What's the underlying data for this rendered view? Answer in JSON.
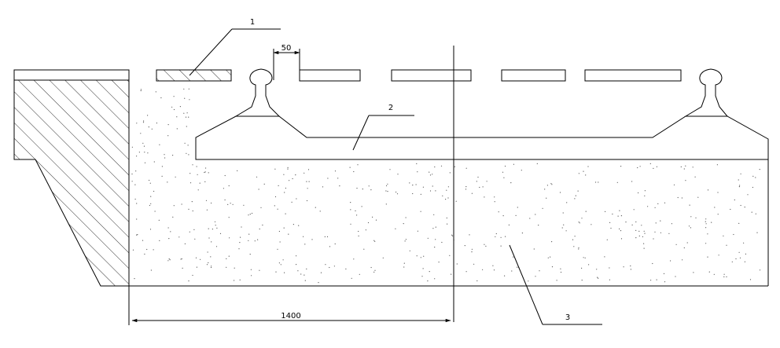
{
  "labels": {
    "callout_1": "1",
    "callout_2": "2",
    "callout_3": "3"
  },
  "dimensions": {
    "gap": "50",
    "span": "1400"
  }
}
